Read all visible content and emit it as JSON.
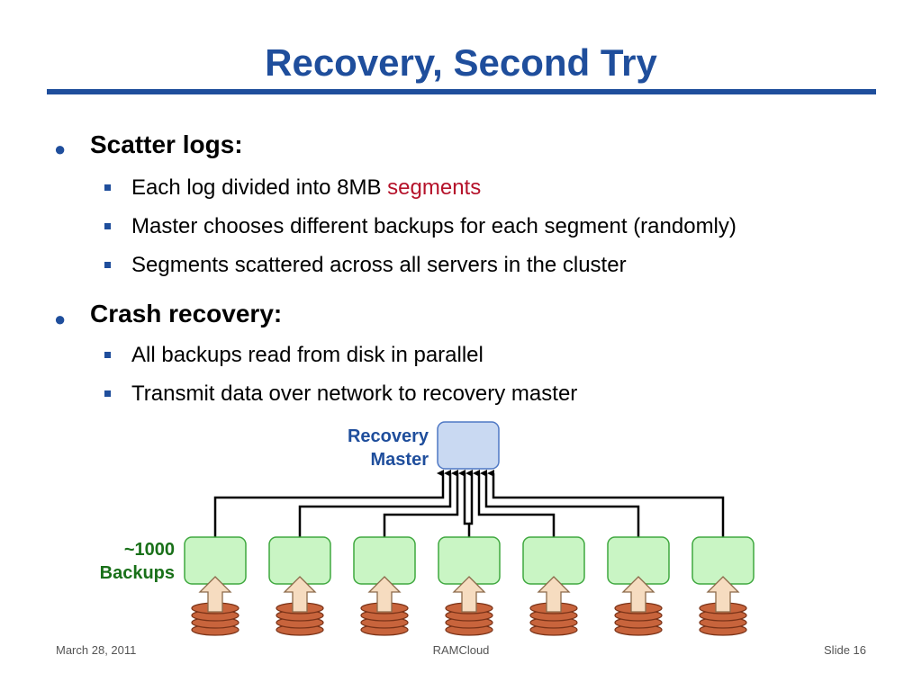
{
  "slide": {
    "title": "Recovery, Second Try",
    "bullets": [
      {
        "text": "Scatter logs:",
        "subs": [
          {
            "before": "Each log divided into 8MB ",
            "highlight": "segments"
          },
          {
            "text": "Master chooses different backups for each segment (randomly)"
          },
          {
            "text": "Segments scattered across all servers in the cluster"
          }
        ]
      },
      {
        "text": "Crash recovery:",
        "subs": [
          {
            "text": "All backups read from disk in parallel"
          },
          {
            "text": "Transmit data over network to recovery master"
          }
        ]
      }
    ]
  },
  "diagram": {
    "master_label_line1": "Recovery",
    "master_label_line2": "Master",
    "backups_label_line1": "~1000",
    "backups_label_line2": "Backups",
    "backup_count_drawn": 7,
    "colors": {
      "master_fill": "#c9d9f2",
      "master_stroke": "#4f78c4",
      "backup_fill": "#c9f5c4",
      "backup_stroke": "#3fa83f",
      "disk_fill": "#c8643c",
      "disk_stroke": "#7a3318",
      "arrow_fill": "#f6dcc0",
      "arrow_stroke": "#8c6a4a"
    }
  },
  "footer": {
    "date": "March 28, 2011",
    "center": "RAMCloud",
    "slide_number": "Slide 16"
  }
}
